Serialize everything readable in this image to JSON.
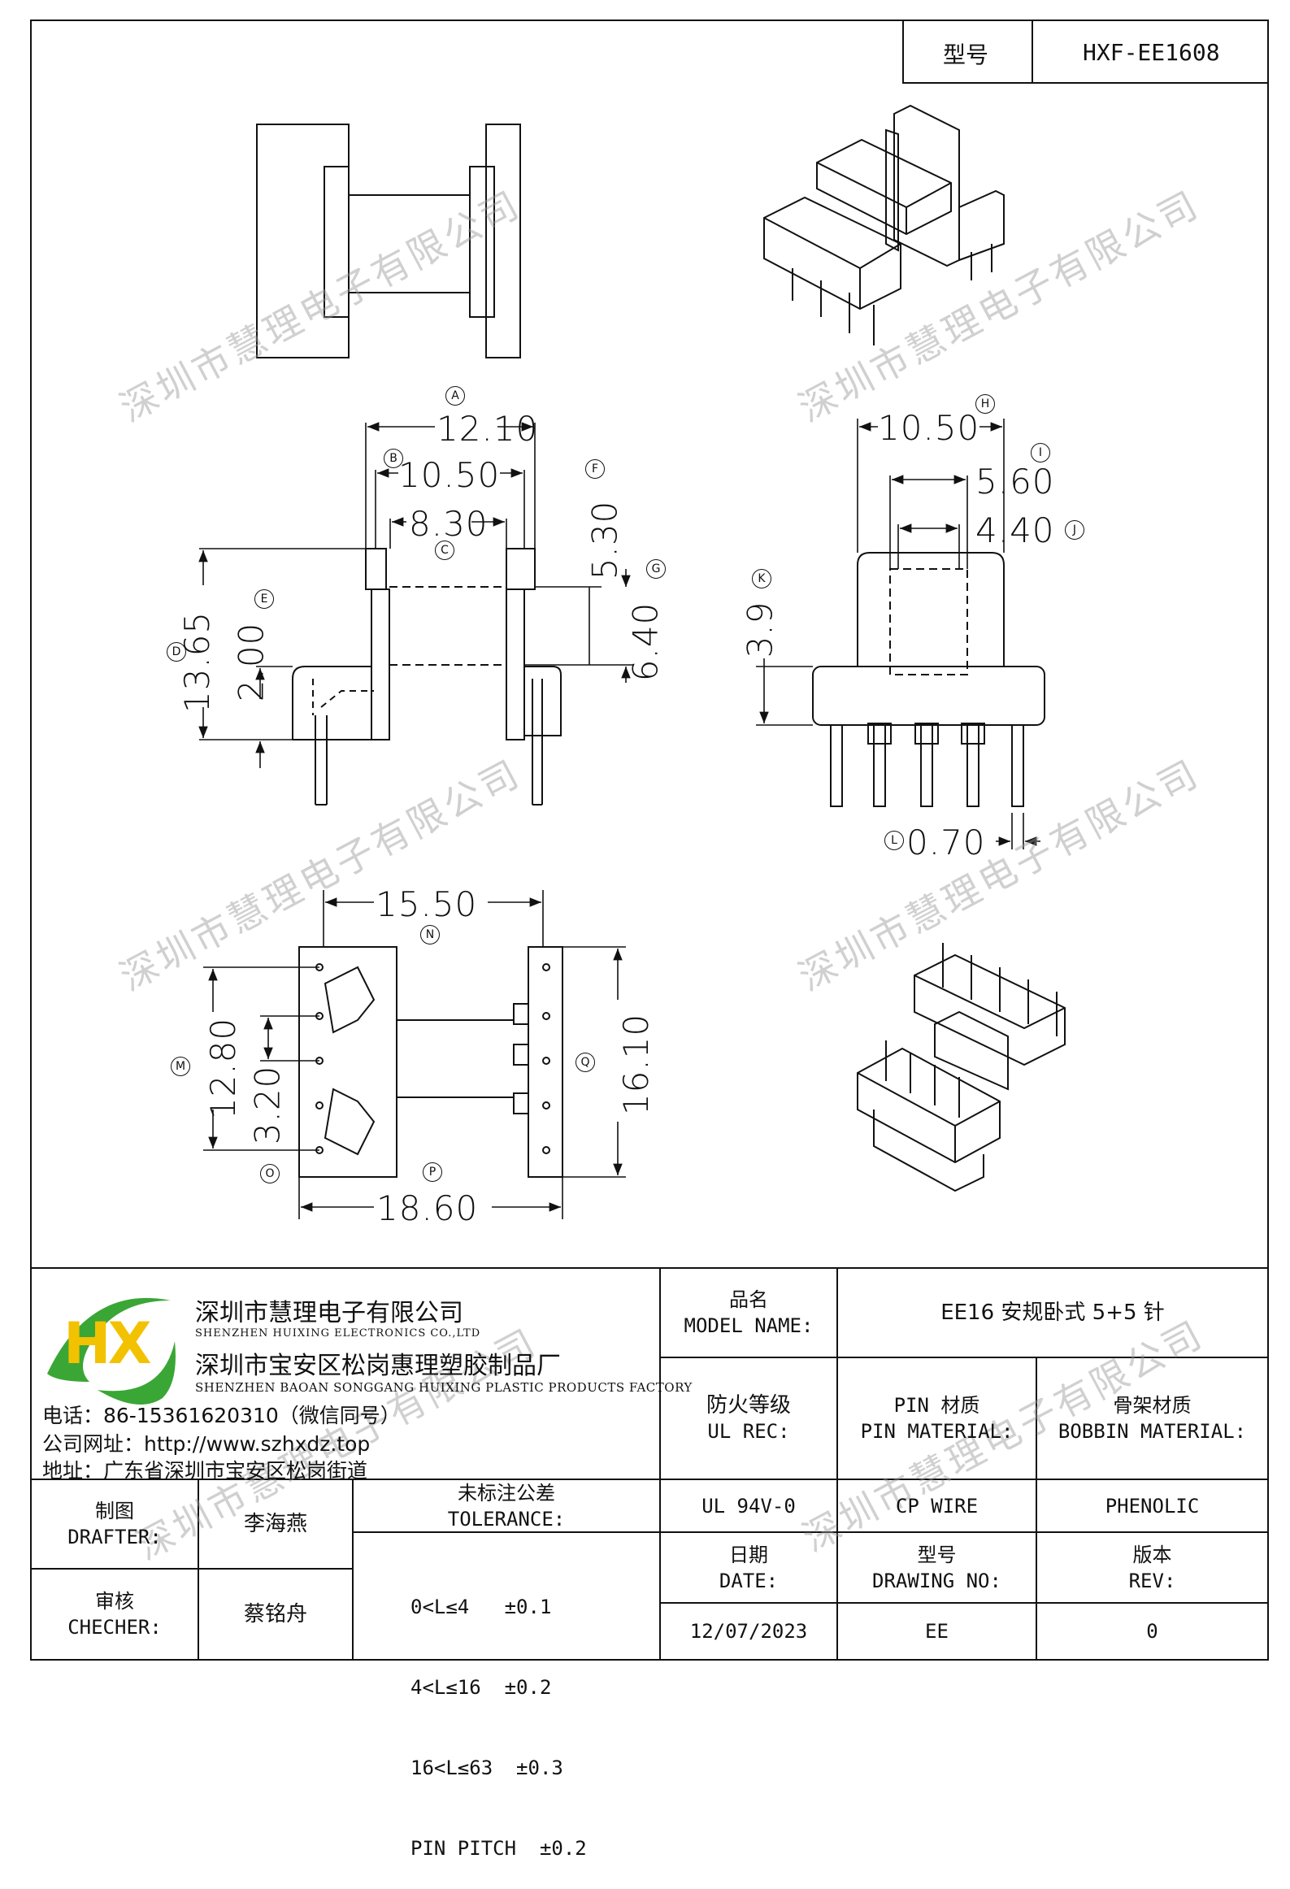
{
  "header": {
    "model_label": "型号",
    "model_value": "HXF-EE1608"
  },
  "dimensions": {
    "A": {
      "marker": "A",
      "value": "12.10"
    },
    "B": {
      "marker": "B",
      "value": "10.50"
    },
    "C": {
      "marker": "C",
      "value": "8.30"
    },
    "D": {
      "marker": "D",
      "value": "13.65"
    },
    "E": {
      "marker": "E",
      "value": "2.00"
    },
    "F": {
      "marker": "F",
      "value": "5.30"
    },
    "G": {
      "marker": "G",
      "value": "6.40"
    },
    "H": {
      "marker": "H",
      "value": "10.50"
    },
    "I": {
      "marker": "I",
      "value": "5.60"
    },
    "J": {
      "marker": "J",
      "value": "4.40"
    },
    "K": {
      "marker": "K",
      "value": "3.9"
    },
    "L": {
      "marker": "L",
      "value": "0.70"
    },
    "M": {
      "marker": "M",
      "value": "12.80"
    },
    "N": {
      "marker": "N",
      "value": "15.50"
    },
    "O": {
      "marker": "O",
      "value": "3.20"
    },
    "P": {
      "marker": "P",
      "value": "18.60"
    },
    "Q": {
      "marker": "Q",
      "value": "16.10"
    }
  },
  "watermark": "深圳市慧理电子有限公司",
  "company": {
    "name_cn": "深圳市慧理电子有限公司",
    "name_en": "SHENZHEN HUIXING ELECTRONICS CO.,LTD",
    "factory_cn": "深圳市宝安区松岗惠理塑胶制品厂",
    "factory_en": "SHENZHEN BAOAN SONGGANG HUIXING PLASTIC PRODUCTS FACTORY",
    "phone": "电话：86-15361620310（微信同号）",
    "website": "公司网址：http://www.szhxdz.top",
    "address": "地址：广东省深圳市宝安区松岗街道",
    "logo_text": "HX",
    "logo_colors": {
      "green": "#3aa635",
      "yellow": "#f2c200"
    }
  },
  "title_block": {
    "model_name_label_cn": "品名",
    "model_name_label_en": "MODEL NAME:",
    "model_name_value": "EE16 安规卧式 5+5 针",
    "ul_label_cn": "防火等级",
    "ul_label_en": "UL REC:",
    "pin_label_cn": "PIN 材质",
    "pin_label_en": "PIN MATERIAL:",
    "bobbin_label_cn": "骨架材质",
    "bobbin_label_en": "BOBBIN MATERIAL:",
    "ul_value": "UL 94V-0",
    "pin_value": "CP WIRE",
    "bobbin_value": "PHENOLIC",
    "date_label_cn": "日期",
    "date_label_en": "DATE:",
    "drawing_label_cn": "型号",
    "drawing_label_en": "DRAWING NO:",
    "rev_label_cn": "版本",
    "rev_label_en": "REV:",
    "date_value": "12/07/2023",
    "drawing_value": "EE",
    "rev_value": "0"
  },
  "approval": {
    "drafter_cn": "制图",
    "drafter_en": "DRAFTER:",
    "drafter_name": "李海燕",
    "checker_cn": "审核",
    "checker_en": "CHECHER:",
    "checker_name": "蔡铭舟",
    "tolerance_cn": "未标注公差",
    "tolerance_en": "TOLERANCE:",
    "tolerances": [
      "0<L≤4   ±0.1",
      "4<L≤16  ±0.2",
      "16<L≤63  ±0.3",
      "PIN PITCH  ±0.2"
    ]
  }
}
